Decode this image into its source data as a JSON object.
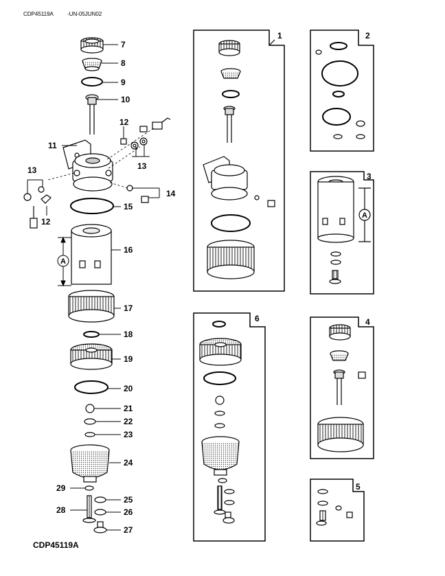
{
  "header": {
    "doc_code": "CDP45119A",
    "date_code": "-UN-05JUN02"
  },
  "footer": {
    "caption": "CDP45119A"
  },
  "callouts": {
    "c7": "7",
    "c8": "8",
    "c9": "9",
    "c10": "10",
    "c11": "11",
    "c12a": "12",
    "c12b": "12",
    "c13a": "13",
    "c13b": "13",
    "c14": "14",
    "c15": "15",
    "c16": "16",
    "c17": "17",
    "c18": "18",
    "c19": "19",
    "c20": "20",
    "c21": "21",
    "c22": "22",
    "c23": "23",
    "c24": "24",
    "c25": "25",
    "c26": "26",
    "c27": "27",
    "c28": "28",
    "c29": "29"
  },
  "panels": {
    "p1": "1",
    "p2": "2",
    "p3": "3",
    "p4": "4",
    "p5": "5",
    "p6": "6"
  },
  "dimension": {
    "a_main": "A",
    "a_panel3": "A"
  }
}
